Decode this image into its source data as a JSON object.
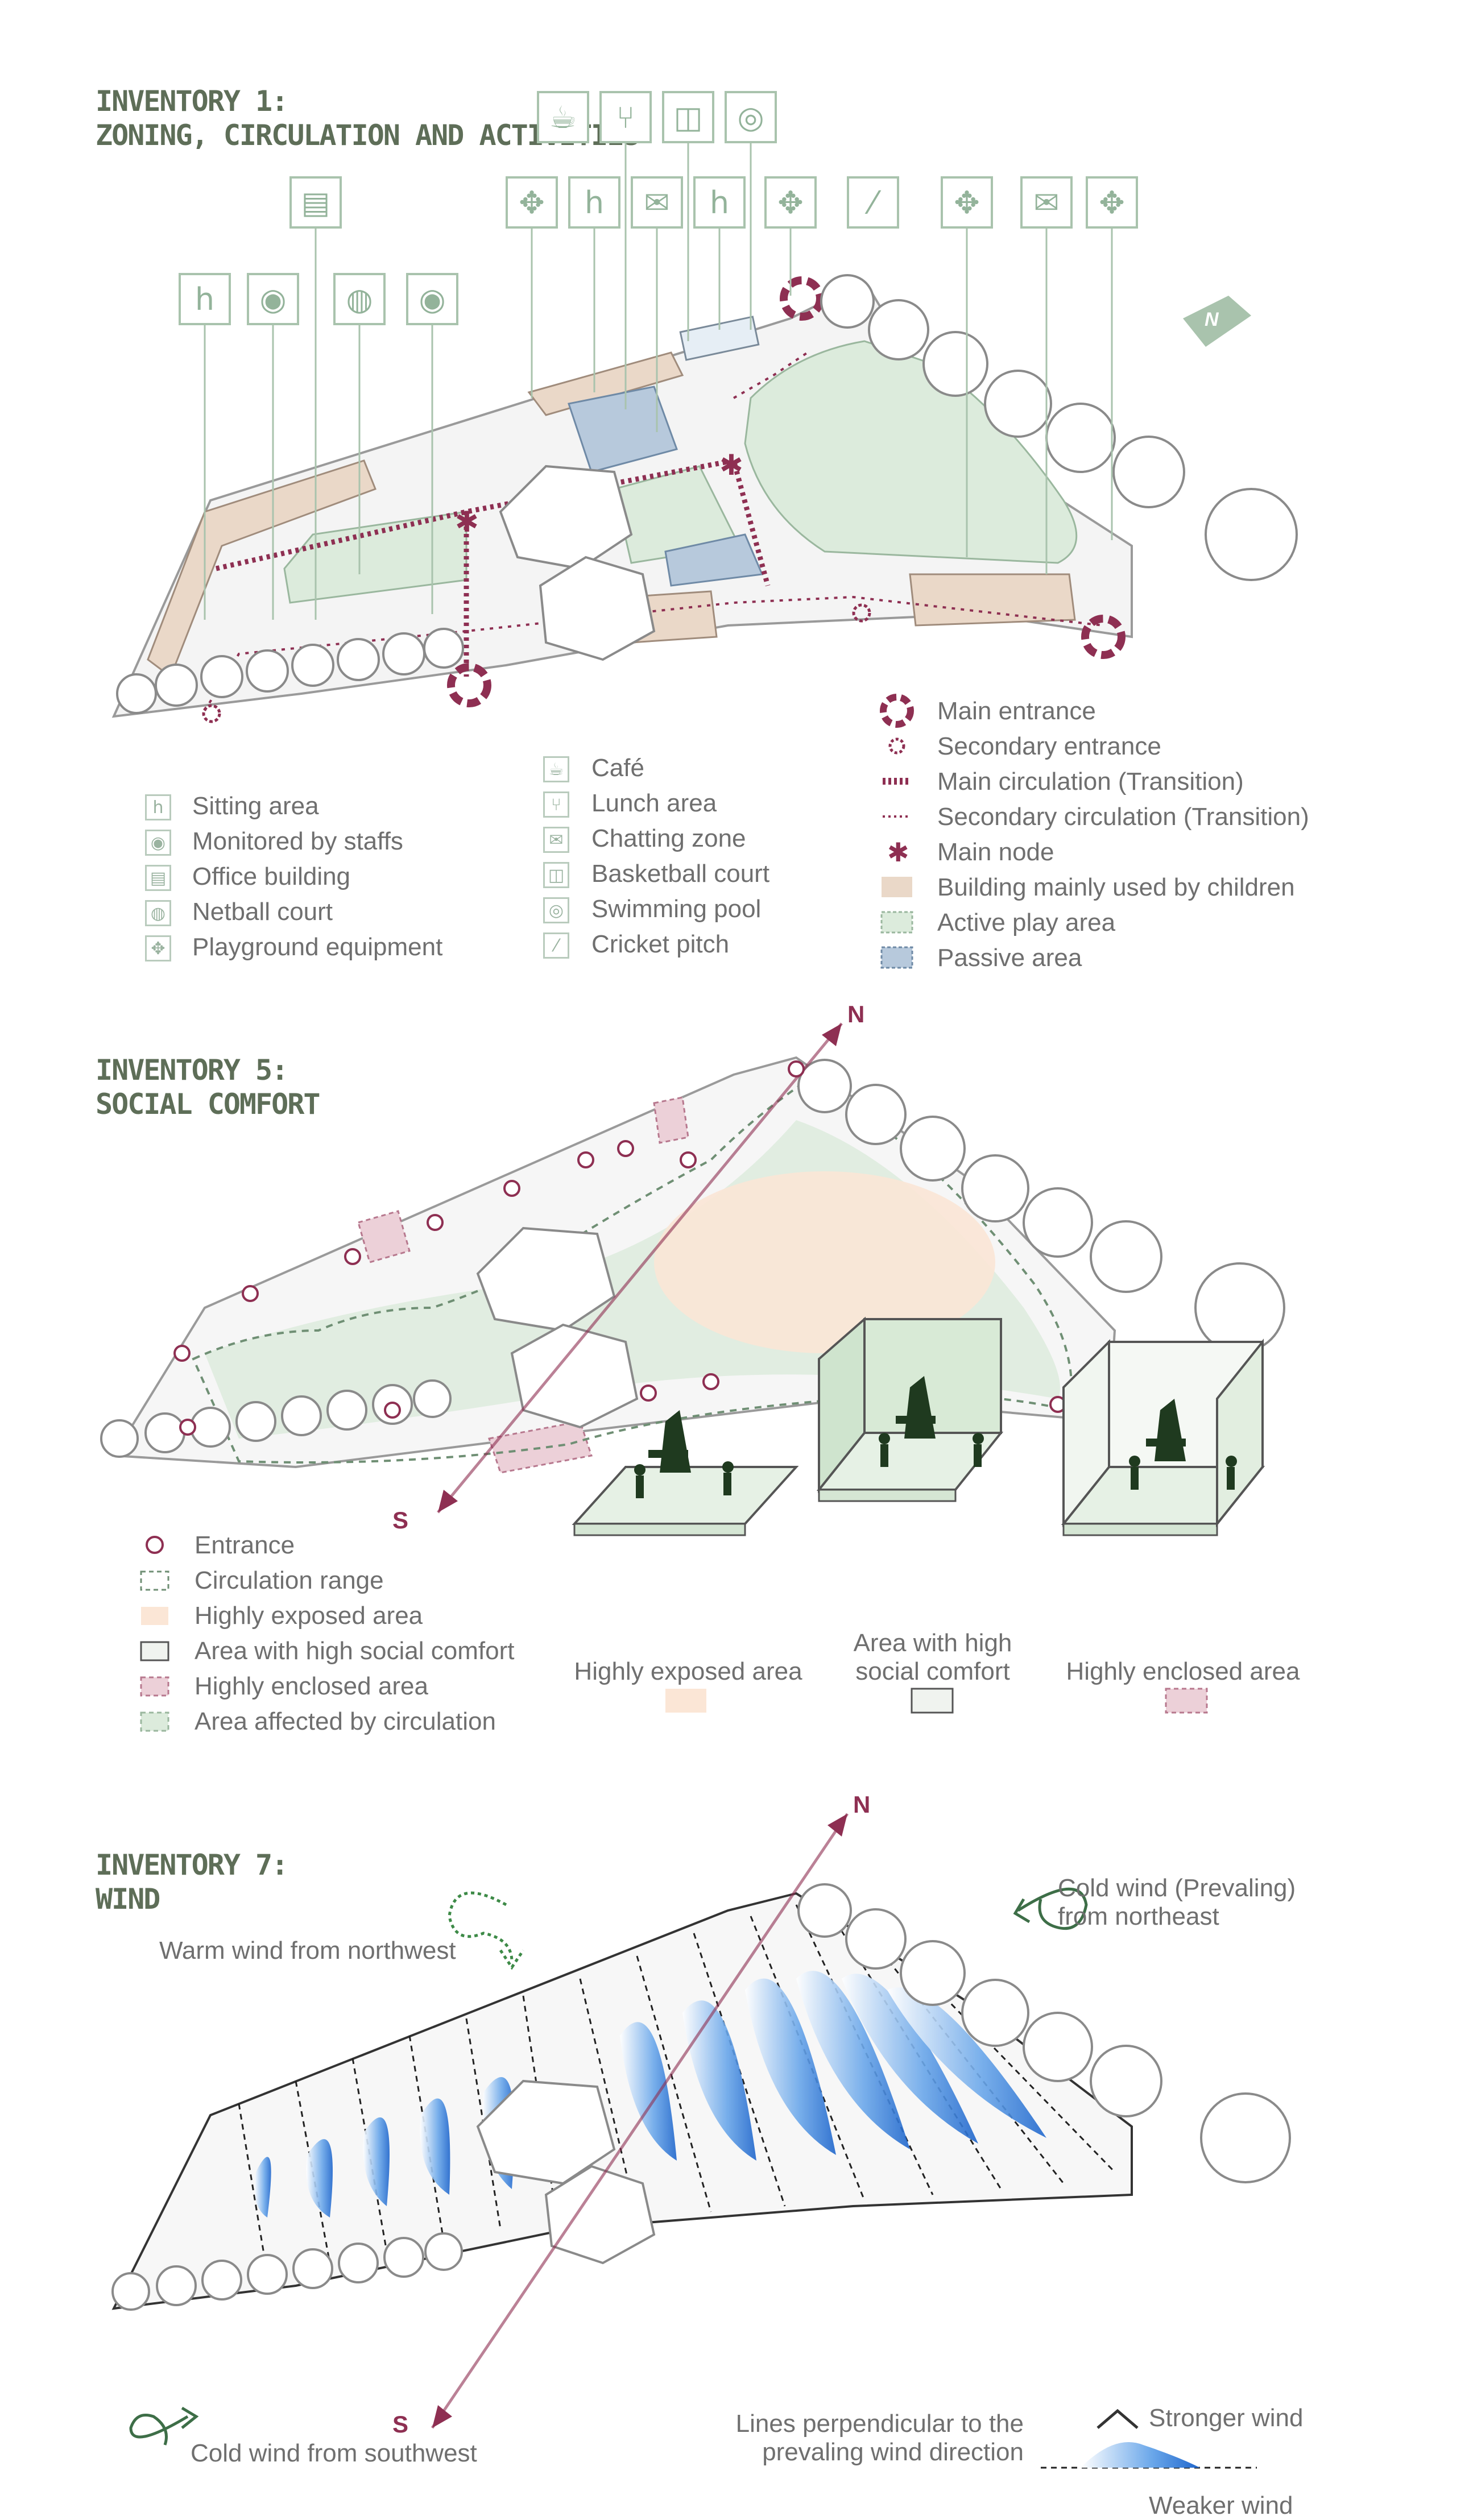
{
  "inventory1": {
    "title_line1": "INVENTORY 1:",
    "title_line2": "ZONING, CIRCULATION AND ACTIVITIES",
    "legend_left": [
      {
        "icon": "chair-icon",
        "glyph": "h",
        "label": "Sitting area"
      },
      {
        "icon": "eye-icon",
        "glyph": "◉",
        "label": "Monitored by staffs"
      },
      {
        "icon": "printer-icon",
        "glyph": "▤",
        "label": "Office building"
      },
      {
        "icon": "ball-icon",
        "glyph": "◍",
        "label": "Netball court"
      },
      {
        "icon": "playground-icon",
        "glyph": "✥",
        "label": "Playground equipment"
      }
    ],
    "legend_middle": [
      {
        "icon": "cup-icon",
        "glyph": "☕",
        "label": "Café"
      },
      {
        "icon": "cutlery-icon",
        "glyph": "🍴",
        "label": "Lunch area"
      },
      {
        "icon": "chat-icon",
        "glyph": "✉",
        "label": "Chatting zone"
      },
      {
        "icon": "basketball-icon",
        "glyph": "◫",
        "label": "Basketball court"
      },
      {
        "icon": "swim-ring-icon",
        "glyph": "◎",
        "label": "Swimming pool"
      },
      {
        "icon": "cricket-bat-icon",
        "glyph": "⁄",
        "label": "Cricket pitch"
      }
    ],
    "legend_right": [
      {
        "marker": "main-entrance",
        "label": "Main entrance"
      },
      {
        "marker": "secondary-entrance",
        "label": "Secondary entrance"
      },
      {
        "marker": "main-circulation",
        "label": "Main circulation (Transition)"
      },
      {
        "marker": "secondary-circulation",
        "label": "Secondary circulation (Transition)"
      },
      {
        "marker": "main-node",
        "label": "Main node"
      },
      {
        "marker": "children-building",
        "label": "Building mainly used by children"
      },
      {
        "marker": "active-play",
        "label": "Active play area"
      },
      {
        "marker": "passive",
        "label": "Passive area"
      }
    ],
    "north_label": "N"
  },
  "inventory5": {
    "title_line1": "INVENTORY 5:",
    "title_line2": "SOCIAL COMFORT",
    "north_label": "N",
    "south_label": "S",
    "legend": [
      {
        "marker": "entrance",
        "label": "Entrance"
      },
      {
        "marker": "circulation-range",
        "label": "Circulation range"
      },
      {
        "marker": "highly-exposed",
        "label": "Highly exposed area"
      },
      {
        "marker": "social-comfort",
        "label": "Area with high social comfort"
      },
      {
        "marker": "highly-enclosed",
        "label": "Highly enclosed area"
      },
      {
        "marker": "affected-circulation",
        "label": "Area affected by circulation"
      }
    ],
    "scenes": [
      {
        "label": "Highly exposed area"
      },
      {
        "label_line1": "Area with high",
        "label_line2": "social comfort"
      },
      {
        "label": "Highly enclosed area"
      }
    ]
  },
  "inventory7": {
    "title_line1": "INVENTORY 7:",
    "title_line2": "WIND",
    "north_label": "N",
    "south_label": "S",
    "warm_wind": "Warm wind from northwest",
    "cold_ne_line1": "Cold wind  (Prevaling)",
    "cold_ne_line2": "from northeast",
    "cold_sw": "Cold wind from southwest",
    "stronger": "Stronger wind",
    "weaker": "Weaker wind",
    "perp_line1": "Lines perpendicular to the",
    "perp_line2": "prevaling wind direction"
  },
  "colors": {
    "title": "#5e6e58",
    "accent": "#8e2f52",
    "active_play": "#dcebdc",
    "building_children": "#ead8c8",
    "passive": "#b7c9dc",
    "exposed": "#fbe6d6",
    "enclosed": "#ecd0d8",
    "wind_blue": "#2f7bd8"
  }
}
